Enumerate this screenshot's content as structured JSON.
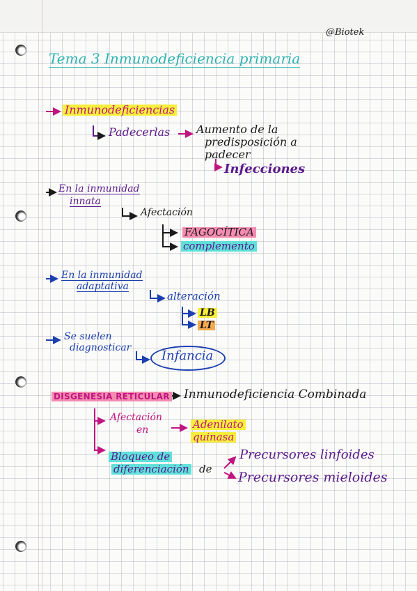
{
  "page": {
    "signature": "@Biotek",
    "title": "Tema 3 Inmunodeficiencia primaria"
  },
  "section1": {
    "heading": "Inmunodeficiencias",
    "branch": "Padecerlas",
    "result_line1": "Aumento de la",
    "result_line2": "predisposición a",
    "result_line3": "padecer",
    "result_final": "Infecciones"
  },
  "section2": {
    "heading_line1": "En la inmunidad",
    "heading_line2": "innata",
    "branch": "Afectación",
    "item1": "FAGOCÍTICA",
    "item2": "complemento"
  },
  "section3": {
    "heading_line1": "En la inmunidad",
    "heading_line2": "adaptativa",
    "branch": "alteración",
    "item1": "LB",
    "item2": "LT"
  },
  "section4": {
    "heading_line1": "Se suelen",
    "heading_line2": "diagnosticar",
    "result": "Infancia"
  },
  "section5": {
    "heading": "DISGENESIA RETICULAR",
    "result": "Inmunodeficiencia Combinada",
    "branch1_line1": "Afectación",
    "branch1_line2": "en",
    "enzyme_line1": "Adenilato",
    "enzyme_line2": "quinasa",
    "branch2_line1": "Bloqueo de",
    "branch2_line2": "diferenciación",
    "connector": "de",
    "target1": "Precursores linfoides",
    "target2": "Precursores mieloides"
  },
  "colors": {
    "teal_title": "#2bb3b3",
    "magenta": "#c0157f",
    "purple": "#5b1a8c",
    "blue": "#1c3fb0",
    "black": "#1a1a1a",
    "yellow_highlight": "#f7ef3b",
    "pink_highlight": "#f48bb0",
    "cyan_highlight": "#5fe0d9",
    "orange_highlight": "#f8a94f"
  }
}
